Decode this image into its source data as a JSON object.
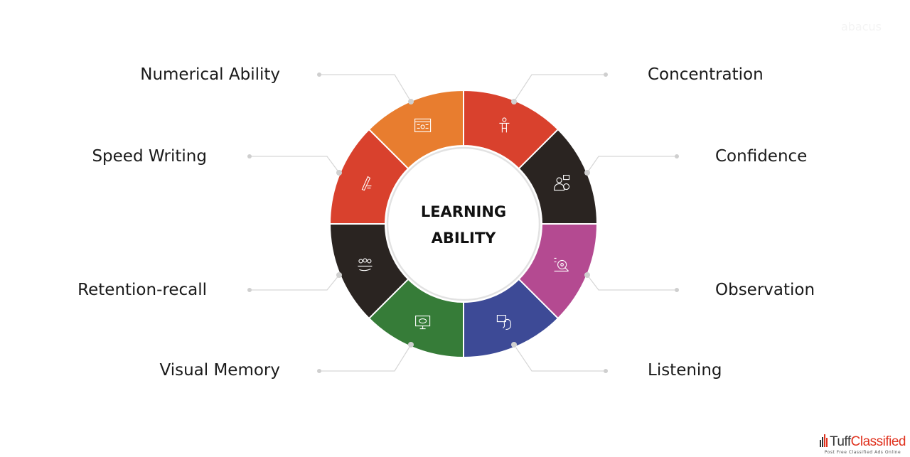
{
  "center": {
    "line1": "LEARNING",
    "line2": "ABILITY"
  },
  "segments": [
    {
      "label": "Concentration",
      "color": "#d9412d",
      "icon": "person-standing-icon"
    },
    {
      "label": "Confidence",
      "color": "#2a2421",
      "icon": "presenter-award-icon"
    },
    {
      "label": "Observation",
      "color": "#b44a91",
      "icon": "magnifier-eye-icon"
    },
    {
      "label": "Listening",
      "color": "#3d4a96",
      "icon": "speech-ear-icon"
    },
    {
      "label": "Visual Memory",
      "color": "#367c38",
      "icon": "monitor-eye-icon"
    },
    {
      "label": "Retention-recall",
      "color": "#2a2421",
      "icon": "people-hand-icon"
    },
    {
      "label": "Speed Writing",
      "color": "#d9412d",
      "icon": "pen-writing-icon"
    },
    {
      "label": "Numerical Ability",
      "color": "#e87d2f",
      "icon": "calculator-board-icon"
    }
  ],
  "watermark": "abacus",
  "logo": {
    "brand_a": "Tuff",
    "brand_b": "Classified",
    "tagline": "Post Free Classified Ads Online"
  }
}
